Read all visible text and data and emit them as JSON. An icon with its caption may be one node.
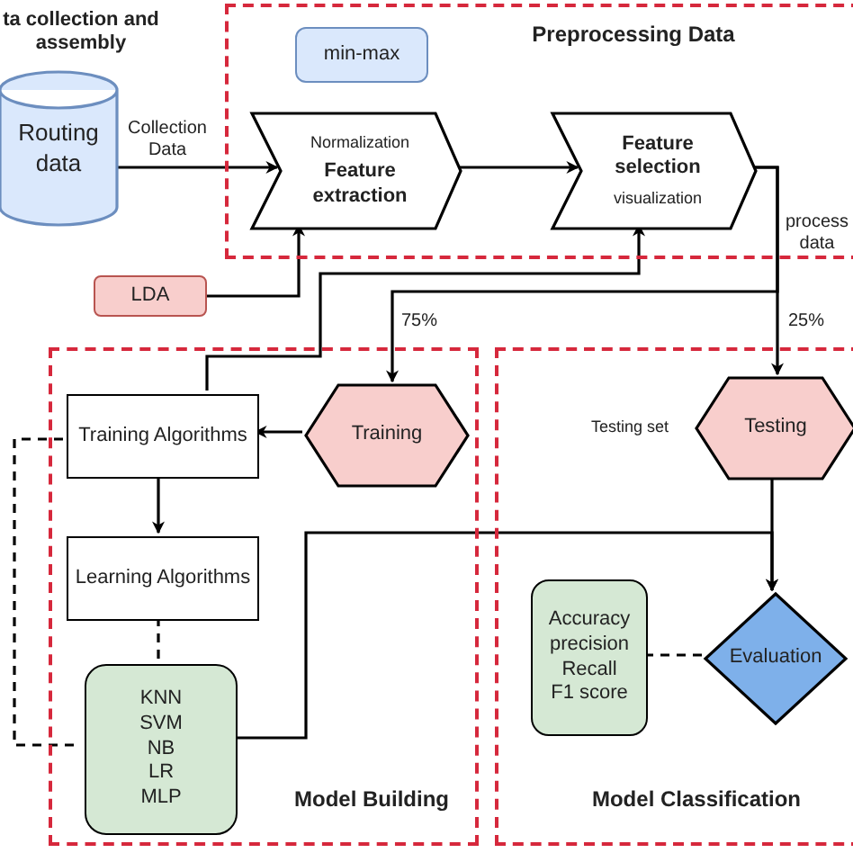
{
  "diagram": {
    "nodes": [
      {
        "text": [
          "Preprocessing Data"
        ]
      },
      {
        "text": [
          "min-max"
        ],
        "in": 0
      },
      {
        "text": [
          "Routing data"
        ],
        "beside": [
          "ta collection and assembly"
        ]
      },
      {
        "text": [
          "Normalization",
          "Feature extraction"
        ],
        "in": 0
      },
      {
        "text": [
          "Feature selection",
          "visualization"
        ],
        "in": 0
      },
      {
        "text": [
          "LDA"
        ]
      },
      {
        "text": [
          "Model Building"
        ]
      },
      {
        "text": [
          "Training Algorithms"
        ],
        "in": 6
      },
      {
        "text": [
          "Training"
        ],
        "in": 6
      },
      {
        "text": [
          "Learning Algorithms"
        ],
        "in": 6
      },
      {
        "text": [
          "KNN",
          "SVM",
          "NB",
          "LR",
          "MLP"
        ],
        "in": 6
      },
      {
        "text": [
          "Model Classification"
        ]
      },
      {
        "text": [
          "Testing"
        ],
        "in": 11
      },
      {
        "text": [
          "Accuracy",
          "precision",
          "Recall",
          "F1 score"
        ],
        "in": 11
      },
      {
        "text": [
          "Evaluation"
        ],
        "in": 11
      }
    ],
    "edges": [
      {
        "from": 2,
        "to": 3,
        "arrow": "to",
        "label": "Collection Data"
      },
      {
        "from": 3,
        "to": 4,
        "arrow": "to"
      },
      {
        "from": 5,
        "to": 3,
        "arrow": "to"
      },
      {
        "from": 7,
        "to": 4,
        "arrow": "to"
      },
      {
        "from": 4,
        "to": 8,
        "arrow": "to",
        "label": "75%"
      },
      {
        "from": 4,
        "to": 12,
        "arrow": "to",
        "label": "25%"
      },
      {
        "from": 8,
        "to": 7,
        "arrow": "to"
      },
      {
        "from": 7,
        "to": 9,
        "arrow": "to"
      },
      {
        "from": 9,
        "to": 10,
        "arrow": "none",
        "style": "dashed"
      },
      {
        "from": 7,
        "to": 10,
        "arrow": "none",
        "style": "dashed"
      },
      {
        "from": 10,
        "to": 14,
        "arrow": "to"
      },
      {
        "from": 12,
        "to": 14,
        "arrow": "to"
      },
      {
        "from": 13,
        "to": 14,
        "arrow": "none",
        "style": "dashed"
      }
    ],
    "labels": [
      "process data",
      "Testing set"
    ]
  }
}
